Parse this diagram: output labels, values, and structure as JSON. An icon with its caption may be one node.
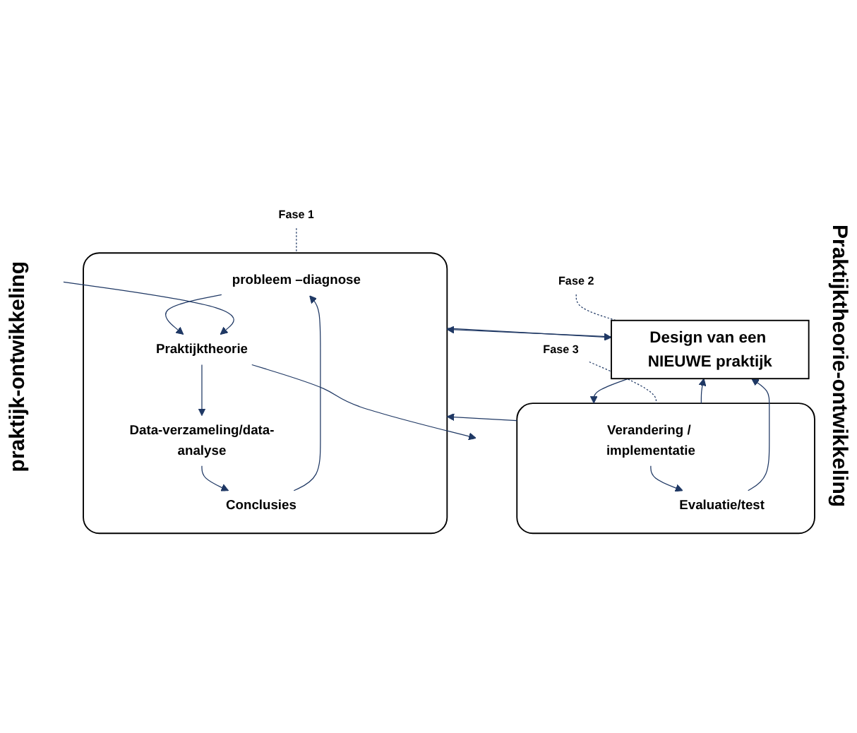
{
  "diagram": {
    "nodes": [
      {
        "text": [],
        "shape": "box"
      },
      {
        "text": [
          "probleem –diagnose"
        ],
        "in": 0
      },
      {
        "text": [
          "Praktijktheorie"
        ],
        "in": 0
      },
      {
        "text": [
          "Data-verzameling/data-analyse"
        ],
        "in": 0
      },
      {
        "text": [
          "Conclusies"
        ],
        "in": 0
      },
      {
        "text": [
          "Design van een NIEUWE praktijk"
        ]
      },
      {
        "text": [],
        "shape": "box"
      },
      {
        "text": [
          "Verandering / implementatie"
        ],
        "in": 6
      },
      {
        "text": [
          "Evaluatie/test"
        ],
        "in": 6
      },
      {
        "text": [
          "Fase 1"
        ]
      },
      {
        "text": [
          "Fase 2"
        ]
      },
      {
        "text": [
          "Fase 3"
        ]
      }
    ],
    "edges": [
      {
        "from": 1,
        "to": 2,
        "arrow": "to"
      },
      {
        "from": 2,
        "to": 3,
        "arrow": "to"
      },
      {
        "from": 3,
        "to": 4,
        "arrow": "to"
      },
      {
        "from": 4,
        "to": 1,
        "arrow": "to"
      },
      {
        "from": null,
        "to": 2,
        "arrow": "to"
      },
      {
        "from": 2,
        "to": null,
        "arrow": "to"
      },
      {
        "from": 5,
        "to": 0,
        "arrow": "to"
      },
      {
        "from": 0,
        "to": 5,
        "arrow": "to"
      },
      {
        "from": 6,
        "to": 5,
        "arrow": "to"
      },
      {
        "from": 5,
        "to": 6,
        "arrow": "to"
      },
      {
        "from": 7,
        "to": 8,
        "arrow": "to"
      },
      {
        "from": 8,
        "to": 5,
        "arrow": "to"
      },
      {
        "from": 6,
        "to": 0,
        "arrow": "to"
      },
      {
        "from": 9,
        "to": 0,
        "arrow": "none",
        "style": "dashed"
      },
      {
        "from": 10,
        "to": 5,
        "arrow": "none",
        "style": "dashed"
      },
      {
        "from": 11,
        "to": 6,
        "arrow": "none",
        "style": "dashed"
      }
    ],
    "labels": [
      "praktijk-ontwikkeling",
      "Praktijktheorie-ontwikkeling"
    ]
  }
}
